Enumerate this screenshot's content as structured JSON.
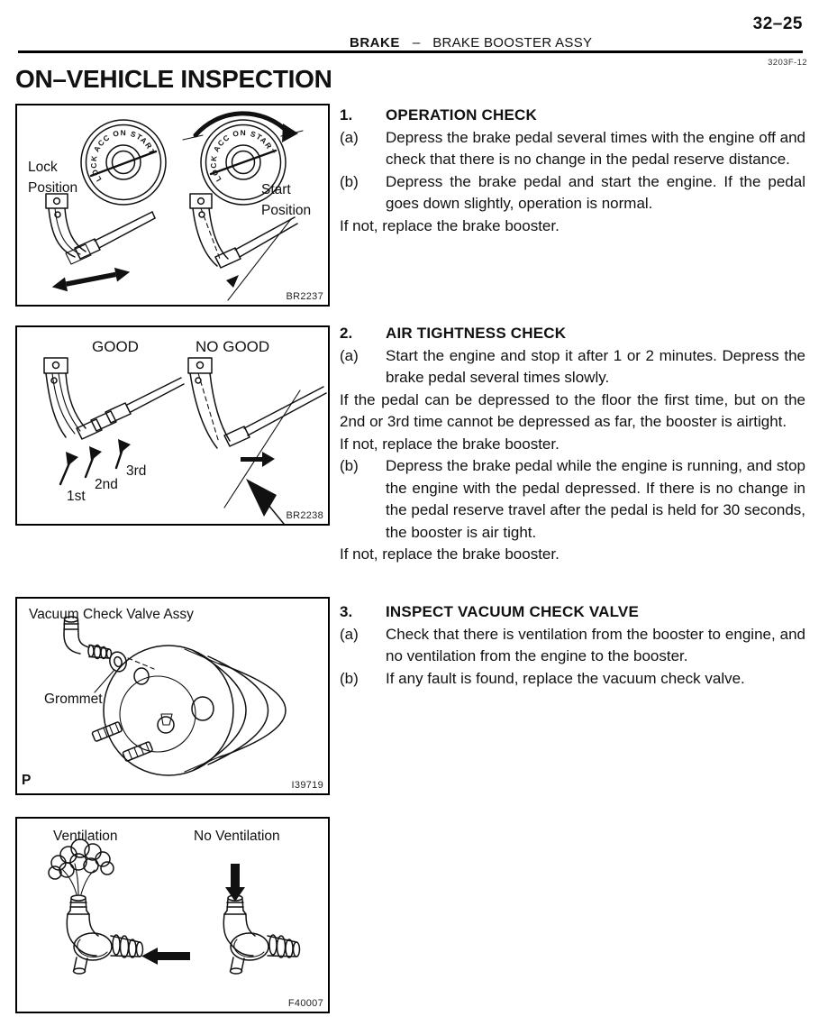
{
  "page": {
    "page_number": "32–25",
    "header_section": "BRAKE",
    "header_separator": "–",
    "header_subsection": "BRAKE BOOSTER ASSY",
    "header_code": "3203F-12",
    "title": "ON–VEHICLE INSPECTION"
  },
  "figures": [
    {
      "dial_text": "LOCK ACC ON START",
      "labels": {
        "left_line1": "Lock",
        "left_line2": "Position",
        "right_line1": "Start",
        "right_line2": "Position"
      },
      "code": "BR2237"
    },
    {
      "labels": {
        "left": "GOOD",
        "right": "NO GOOD",
        "first": "1st",
        "second": "2nd",
        "third": "3rd"
      },
      "code": "BR2238"
    },
    {
      "labels": {
        "valve": "Vacuum Check Valve Assy",
        "grommet": "Grommet",
        "corner": "P"
      },
      "code": "I39719"
    },
    {
      "labels": {
        "left": "Ventilation",
        "right": "No Ventilation"
      },
      "code": "F40007"
    }
  ],
  "sections": [
    {
      "number": "1.",
      "heading": "OPERATION CHECK",
      "items": [
        {
          "label": "(a)",
          "text": "Depress the brake pedal several times with the engine off and check that there is no change in the pedal reserve distance."
        },
        {
          "label": "(b)",
          "text": "Depress the brake pedal and start the engine. If the pedal goes down slightly, operation is normal."
        },
        {
          "label": "",
          "text": "If not, replace the brake booster."
        }
      ]
    },
    {
      "number": "2.",
      "heading": "AIR TIGHTNESS CHECK",
      "items": [
        {
          "label": "(a)",
          "text": "Start the engine and stop it after 1 or 2 minutes. Depress the brake pedal several times slowly."
        },
        {
          "label": "",
          "text": "If the pedal can be depressed to the floor the first time, but on the 2nd or 3rd time cannot be depressed as far, the booster is airtight."
        },
        {
          "label": "",
          "text": "If not, replace the brake booster."
        },
        {
          "label": "(b)",
          "text": "Depress the brake pedal while the engine is running, and stop the engine with the pedal depressed. If there is no change in the pedal reserve travel after the pedal is held for 30 seconds, the booster is air tight."
        },
        {
          "label": "",
          "text": "If not, replace the brake booster."
        }
      ]
    },
    {
      "number": "3.",
      "heading": "INSPECT VACUUM CHECK VALVE",
      "items": [
        {
          "label": "(a)",
          "text": "Check that there is ventilation from the booster to engine, and no ventilation from the engine to the booster."
        },
        {
          "label": "(b)",
          "text": "If any fault is found, replace the vacuum check valve."
        }
      ]
    }
  ]
}
